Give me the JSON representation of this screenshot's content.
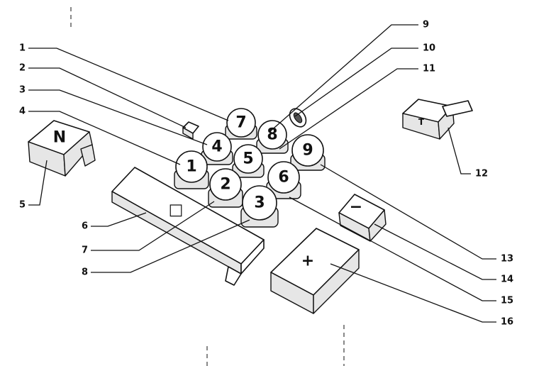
{
  "callouts": [
    "1",
    "2",
    "3",
    "4",
    "5",
    "6",
    "7",
    "8",
    "9",
    "10",
    "11",
    "12",
    "13",
    "14",
    "15",
    "16"
  ],
  "keys": {
    "k1": "1",
    "k2": "2",
    "k3": "3",
    "k4": "4",
    "k5": "5",
    "k6": "6",
    "k7": "7",
    "k8": "8",
    "k9": "9",
    "n_key": "N",
    "minus_key": "−",
    "plus_key": "+",
    "zero_key": "□",
    "small_key": "T"
  }
}
